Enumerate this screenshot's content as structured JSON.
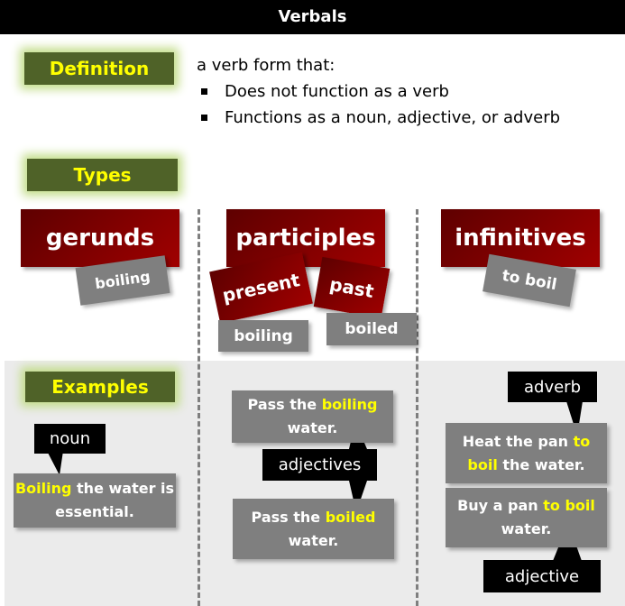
{
  "title": "Verbals",
  "definition": {
    "label": "Definition",
    "intro": "a verb form that:",
    "bullets": [
      "Does not function as a verb",
      "Functions as a noun, adjective, or adverb"
    ]
  },
  "types": {
    "label": "Types",
    "gerunds": {
      "label": "gerunds",
      "example": "boiling"
    },
    "participles": {
      "label": "participles",
      "present": "present",
      "past": "past",
      "present_example": "boiling",
      "past_example": "boiled"
    },
    "infinitives": {
      "label": "infinitives",
      "example": "to boil"
    }
  },
  "examples": {
    "label": "Examples",
    "gerund": {
      "tag": "noun",
      "highlight": "Boiling",
      "rest": " the water is essential."
    },
    "participle": {
      "tag": "adjectives",
      "s1": {
        "pre": "Pass the ",
        "highlight": "boiling",
        "post": " water."
      },
      "s2": {
        "pre": "Pass the ",
        "highlight": "boiled",
        "post": " water."
      }
    },
    "infinitive": {
      "tag1": "adverb",
      "tag2": "adjective",
      "s1": {
        "pre": "Heat the pan ",
        "highlight": "to boil",
        "post": " the water."
      },
      "s2": {
        "pre": "Buy a pan ",
        "highlight": "to boil",
        "post": " water."
      }
    }
  },
  "colors": {
    "olive": "#4f6228",
    "highlight": "#ffff00",
    "red": "#8b0000",
    "gray": "#7f7f7f"
  }
}
